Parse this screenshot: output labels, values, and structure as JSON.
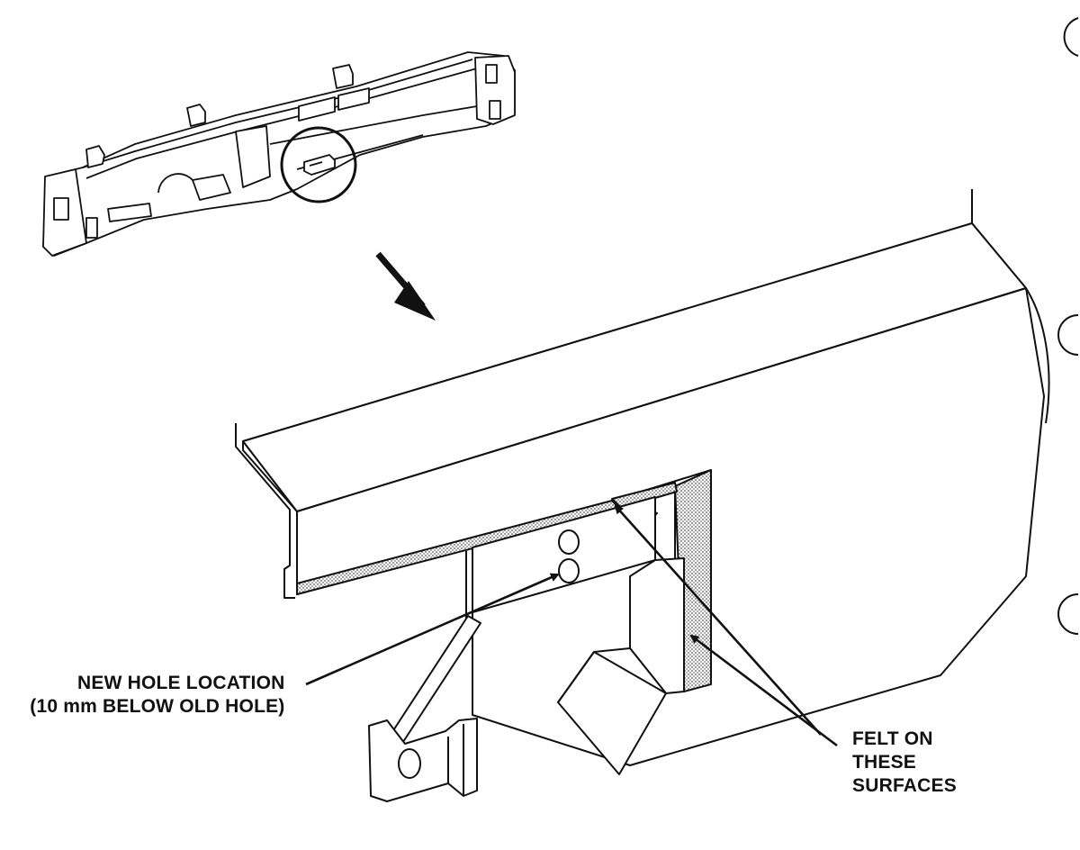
{
  "callouts": {
    "new_hole": {
      "line1": "NEW HOLE LOCATION",
      "line2": "(10 mm BELOW OLD HOLE)"
    },
    "felt": {
      "line1": "FELT ON",
      "line2": "THESE",
      "line3": "SURFACES"
    }
  },
  "colors": {
    "ink": "#111111",
    "paper": "#ffffff",
    "felt_shading": "#9a9a9a"
  },
  "icons": [
    "binder-hole",
    "direction-arrow",
    "detail-circle"
  ]
}
